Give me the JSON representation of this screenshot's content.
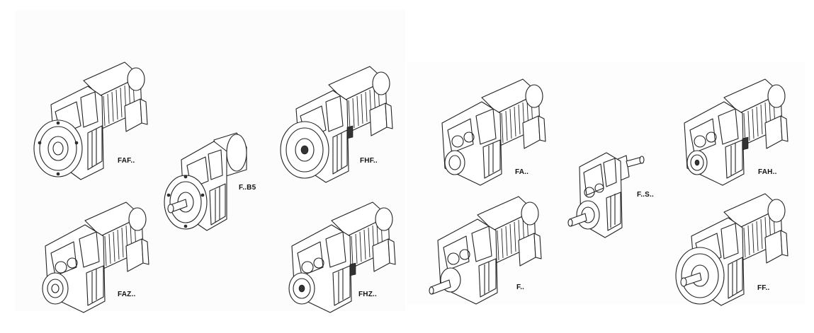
{
  "labels": {
    "faf": "FAF..",
    "fb5": "F..B5",
    "fhf": "FHF..",
    "faz": "FAZ..",
    "fhz": "FHZ..",
    "fa": "FA..",
    "fs": "F..S..",
    "fah": "FAH..",
    "f": "F..",
    "ff": "FF.."
  }
}
